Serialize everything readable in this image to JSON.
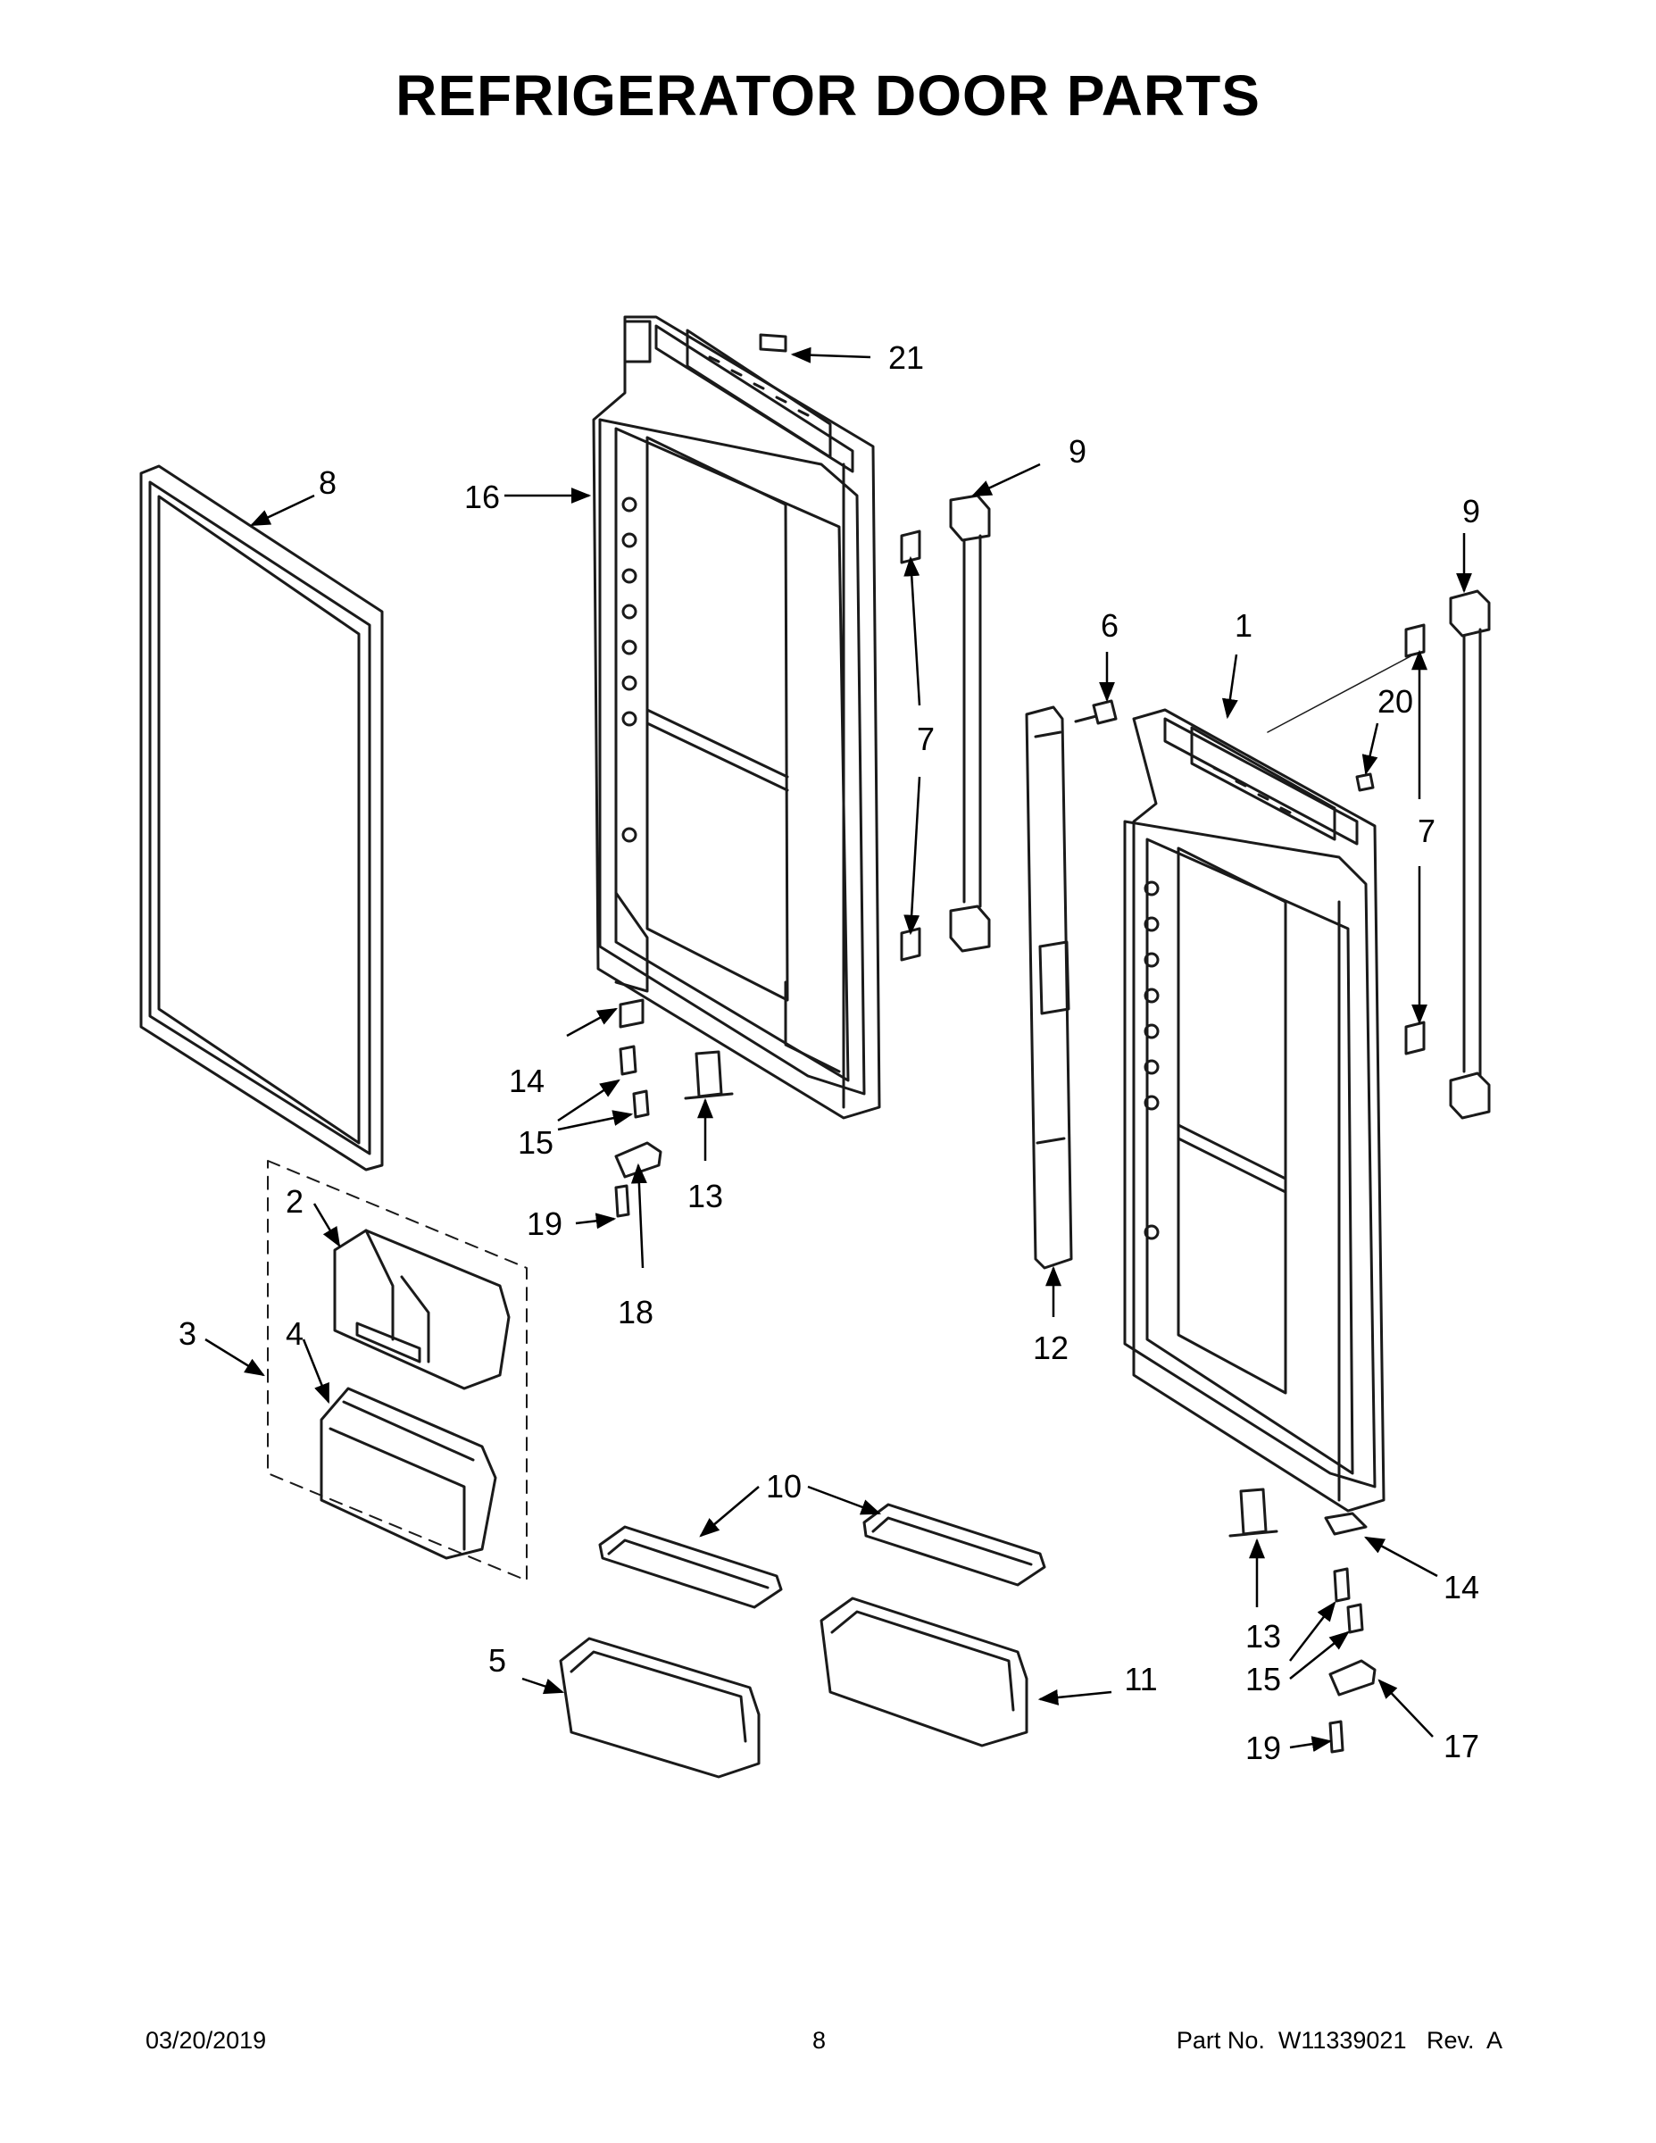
{
  "title": "REFRIGERATOR DOOR PARTS",
  "callouts": [
    {
      "id": "c21",
      "label": "21"
    },
    {
      "id": "c9a",
      "label": "9"
    },
    {
      "id": "c8",
      "label": "8"
    },
    {
      "id": "c16",
      "label": "16"
    },
    {
      "id": "c9b",
      "label": "9"
    },
    {
      "id": "c6",
      "label": "6"
    },
    {
      "id": "c1",
      "label": "1"
    },
    {
      "id": "c20",
      "label": "20"
    },
    {
      "id": "c7a",
      "label": "7"
    },
    {
      "id": "c7b",
      "label": "7"
    },
    {
      "id": "c14a",
      "label": "14"
    },
    {
      "id": "c15a",
      "label": "15"
    },
    {
      "id": "c13a",
      "label": "13"
    },
    {
      "id": "c19a",
      "label": "19"
    },
    {
      "id": "c2",
      "label": "2"
    },
    {
      "id": "c18",
      "label": "18"
    },
    {
      "id": "c12",
      "label": "12"
    },
    {
      "id": "c3",
      "label": "3"
    },
    {
      "id": "c4",
      "label": "4"
    },
    {
      "id": "c10",
      "label": "10"
    },
    {
      "id": "c14b",
      "label": "14"
    },
    {
      "id": "c13b",
      "label": "13"
    },
    {
      "id": "c15b",
      "label": "15"
    },
    {
      "id": "c5",
      "label": "5"
    },
    {
      "id": "c11",
      "label": "11"
    },
    {
      "id": "c17",
      "label": "17"
    },
    {
      "id": "c19b",
      "label": "19"
    }
  ],
  "footer": {
    "date": "03/20/2019",
    "page": "8",
    "part": "Part No.  W11339021   Rev.  A"
  }
}
